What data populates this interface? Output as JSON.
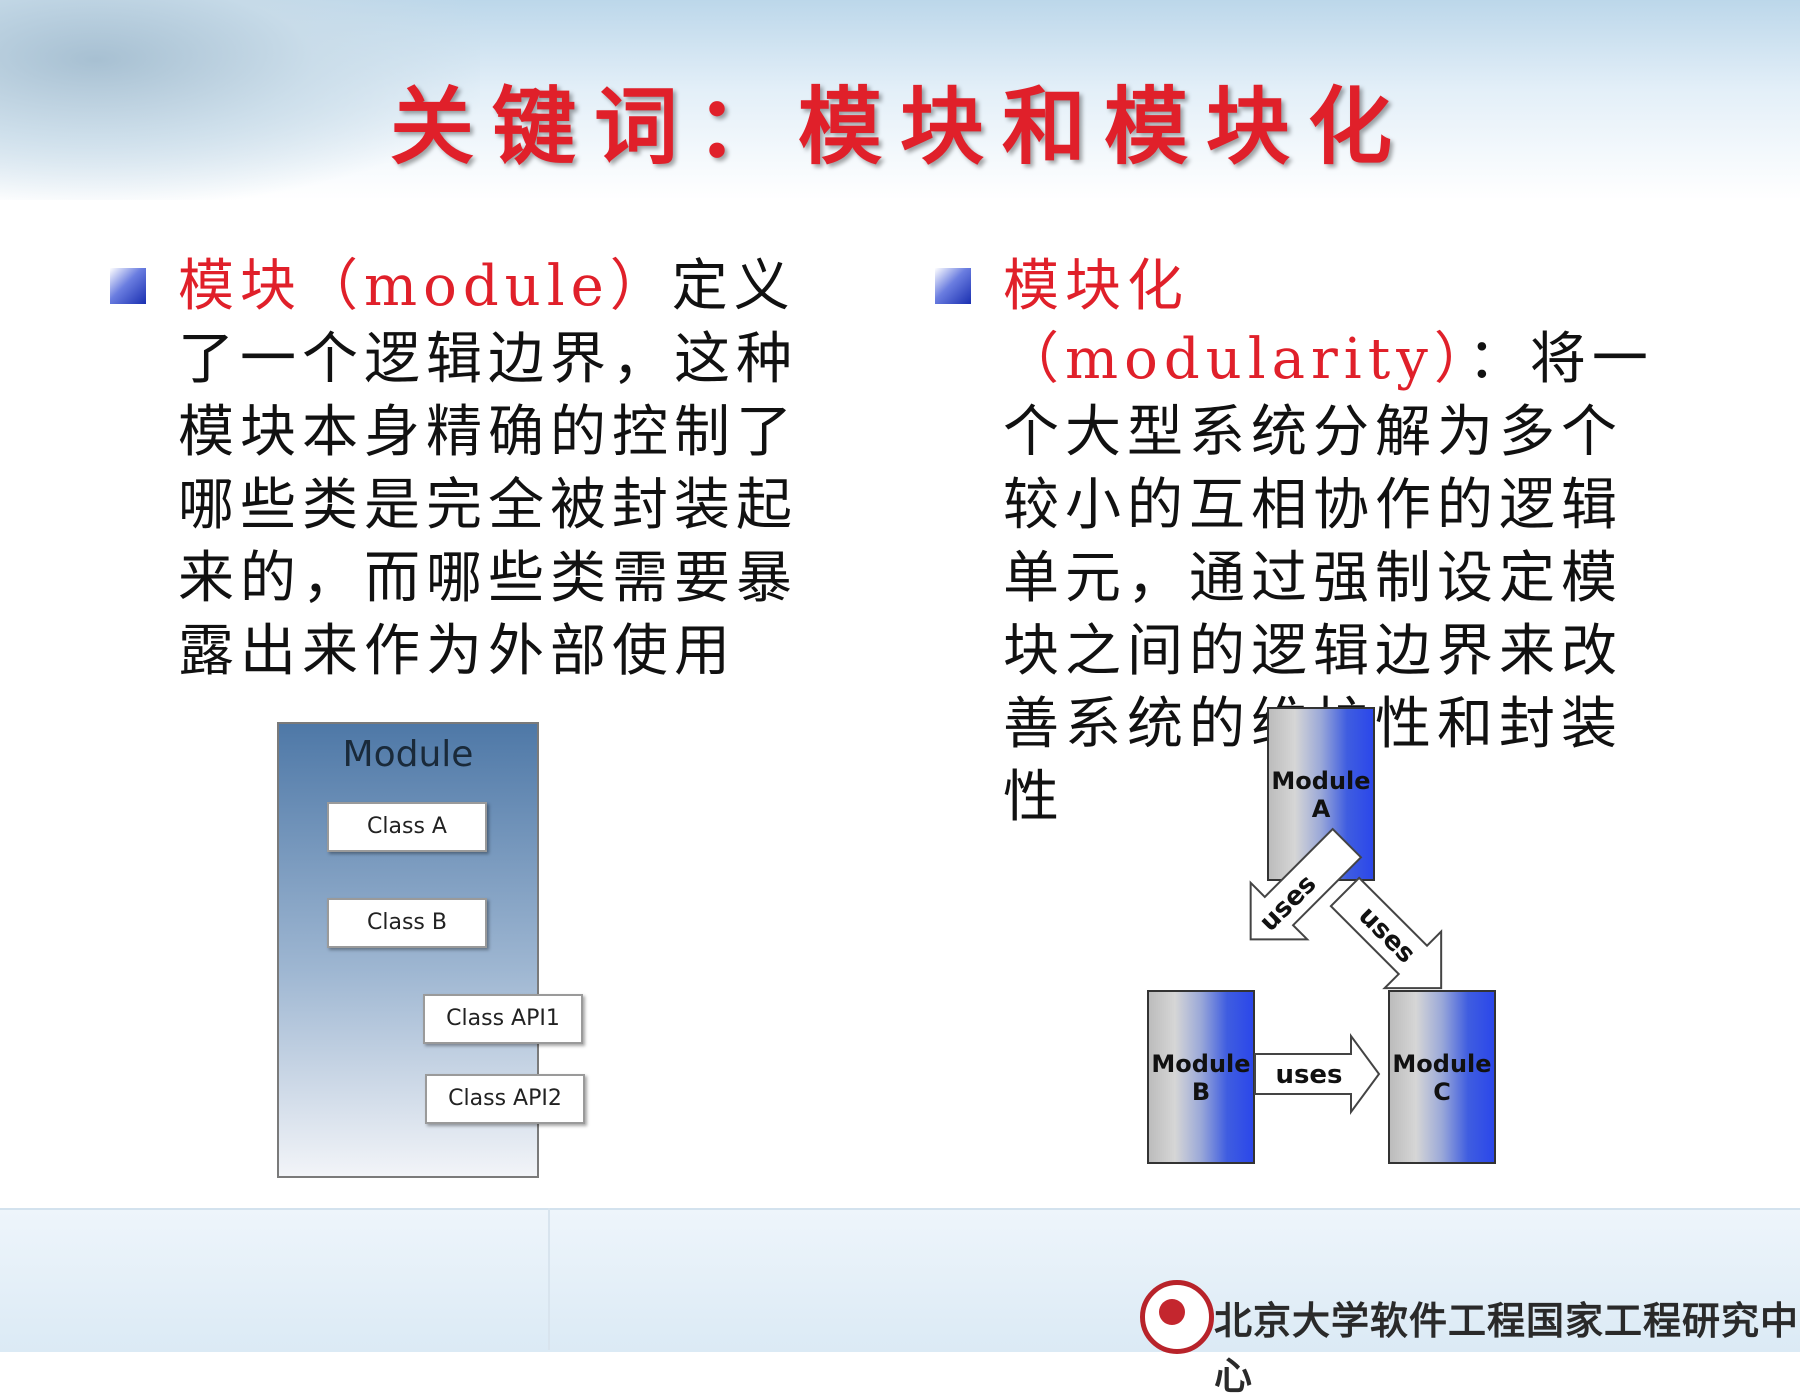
{
  "title": "关键词：模块和模块化",
  "left": {
    "term": "模块（module）",
    "text": "定义了一个逻辑边界，这种模块本身精确的控制了哪些类是完全被封装起来的，而哪些类需要暴露出来作为外部使用"
  },
  "right": {
    "term": "模块化（modularity）",
    "text": "：将一个大型系统分解为多个较小的互相协作的逻辑单元，通过强制设定模块之间的逻辑边界来改善系统的维护性和封装性"
  },
  "module_diagram": {
    "title": "Module",
    "classes": [
      "Class A",
      "Class B",
      "Class API1",
      "Class API2"
    ]
  },
  "modularity_diagram": {
    "modules": [
      "Module A",
      "Module B",
      "Module C"
    ],
    "arrow_label": "uses"
  },
  "footer": {
    "org": "北京大学软件工程国家工程研究中心"
  },
  "colors": {
    "accent": "#e0202a",
    "module_blue": "#2b47ea"
  }
}
